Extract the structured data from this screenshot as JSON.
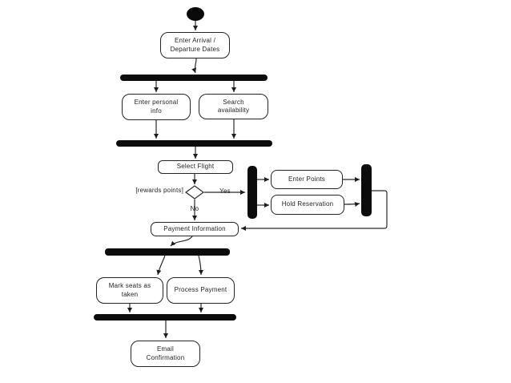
{
  "colors": {
    "ink": "#242424",
    "bar_fill": "#0c0c0c",
    "node_fill": "#ffffff",
    "background": "#ffffff"
  },
  "diagram_type": "uml-activity-diagram",
  "nodes": {
    "enter_dates": "Enter Arrival /\nDeparture Dates",
    "enter_personal": "Enter personal\ninfo",
    "search_availability": "Search\navailability",
    "select_flight": "Select Flight",
    "enter_points": "Enter Points",
    "hold_reservation": "Hold Reservation",
    "payment_information": "Payment Information",
    "mark_seats": "Mark seats as\ntaken",
    "process_payment": "Process Payment",
    "email_confirmation": "Email\nConfirmation"
  },
  "edge_labels": {
    "guard": "[rewards points]",
    "yes": "Yes",
    "no": "No"
  },
  "flow": [
    {
      "from": "start",
      "to": "enter_dates"
    },
    {
      "from": "enter_dates",
      "to": "fork_1"
    },
    {
      "from": "fork_1",
      "to": "enter_personal"
    },
    {
      "from": "fork_1",
      "to": "search_availability"
    },
    {
      "from": "enter_personal",
      "to": "join_1"
    },
    {
      "from": "search_availability",
      "to": "join_1"
    },
    {
      "from": "join_1",
      "to": "select_flight"
    },
    {
      "from": "select_flight",
      "to": "decision_rewards"
    },
    {
      "from": "decision_rewards",
      "to": "fork_rewards",
      "label": "Yes"
    },
    {
      "from": "decision_rewards",
      "to": "payment_information",
      "label": "No"
    },
    {
      "from": "fork_rewards",
      "to": "enter_points"
    },
    {
      "from": "fork_rewards",
      "to": "hold_reservation"
    },
    {
      "from": "enter_points",
      "to": "join_rewards"
    },
    {
      "from": "hold_reservation",
      "to": "join_rewards"
    },
    {
      "from": "join_rewards",
      "to": "payment_information"
    },
    {
      "from": "payment_information",
      "to": "fork_2"
    },
    {
      "from": "fork_2",
      "to": "mark_seats"
    },
    {
      "from": "fork_2",
      "to": "process_payment"
    },
    {
      "from": "mark_seats",
      "to": "join_2"
    },
    {
      "from": "process_payment",
      "to": "join_2"
    },
    {
      "from": "join_2",
      "to": "email_confirmation"
    }
  ]
}
